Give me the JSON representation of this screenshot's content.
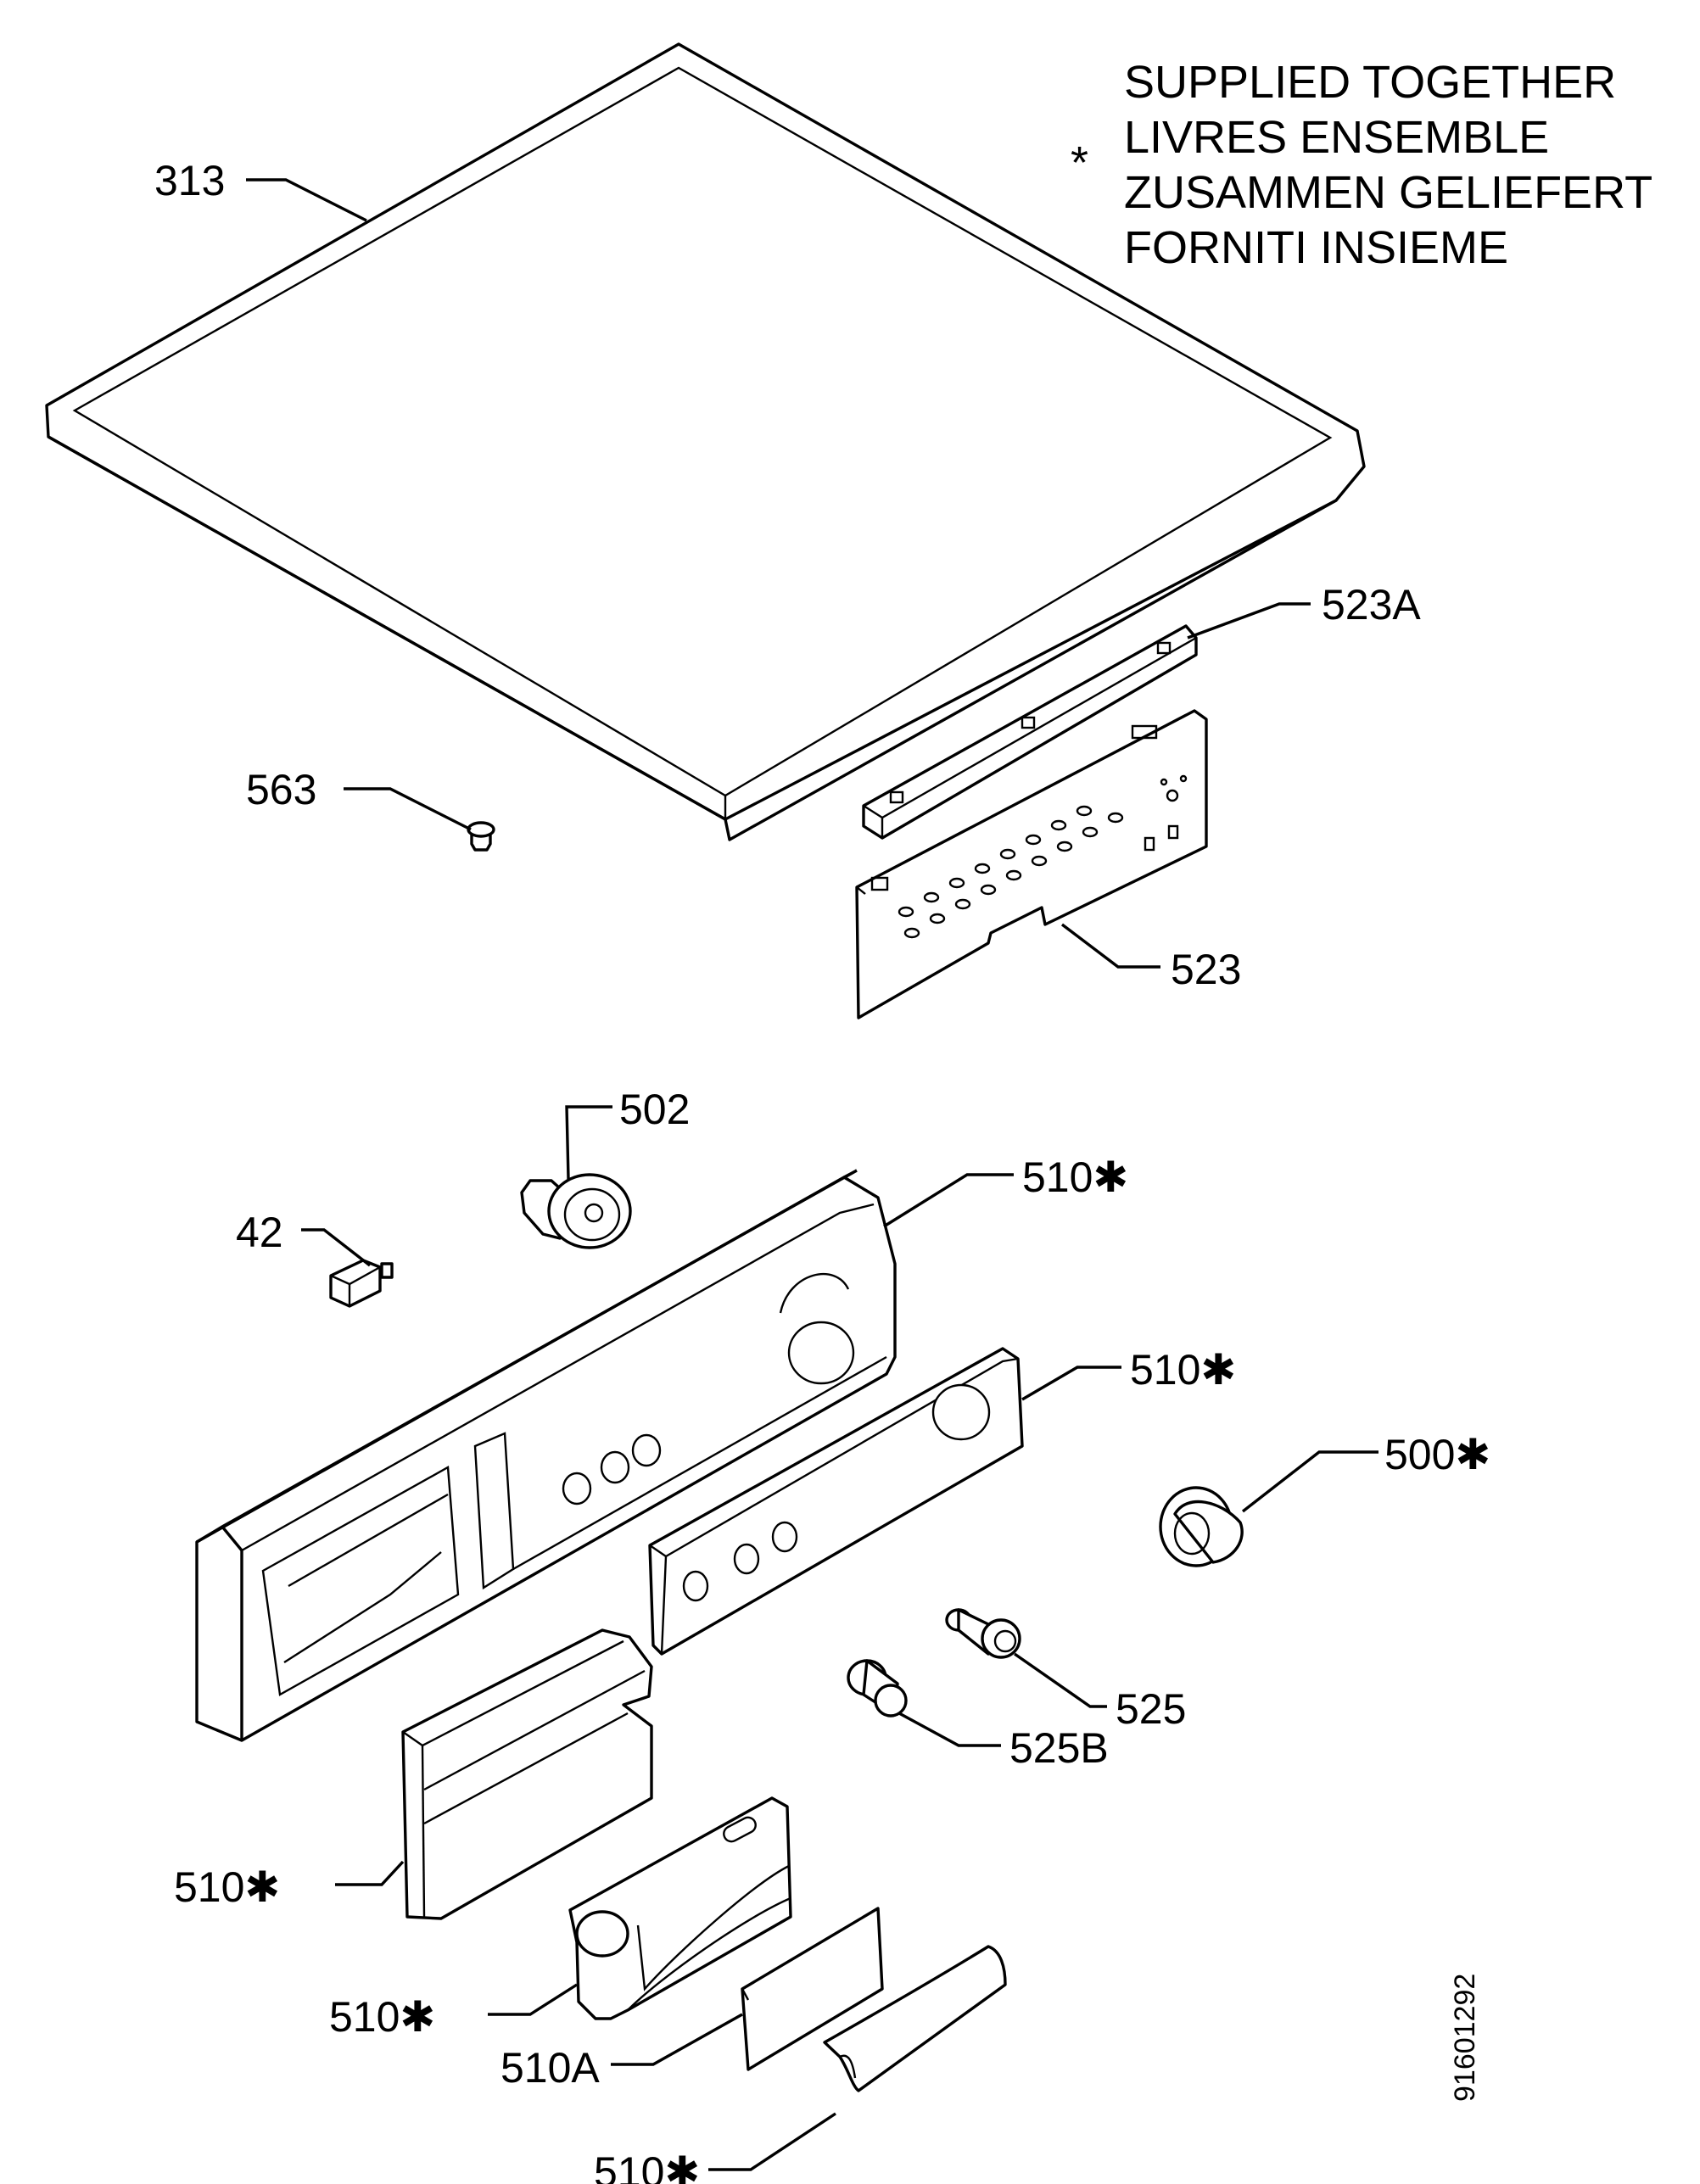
{
  "note": {
    "marker": "*",
    "lines": [
      "SUPPLIED TOGETHER",
      "LIVRES ENSEMBLE",
      "ZUSAMMEN GELIEFERT",
      "FORNITI INSIEME"
    ]
  },
  "drawing_number": "91601292",
  "labels": {
    "l313": "313",
    "l523a": "523A",
    "l563": "563",
    "l523": "523",
    "l502": "502",
    "l510_panel": "510✱",
    "l42": "42",
    "l510_bezel": "510✱",
    "l500": "500✱",
    "l525": "525",
    "l525b": "525B",
    "l510_drawer": "510✱",
    "l510_handle": "510✱",
    "l510a": "510A",
    "l510_grip": "510✱"
  }
}
